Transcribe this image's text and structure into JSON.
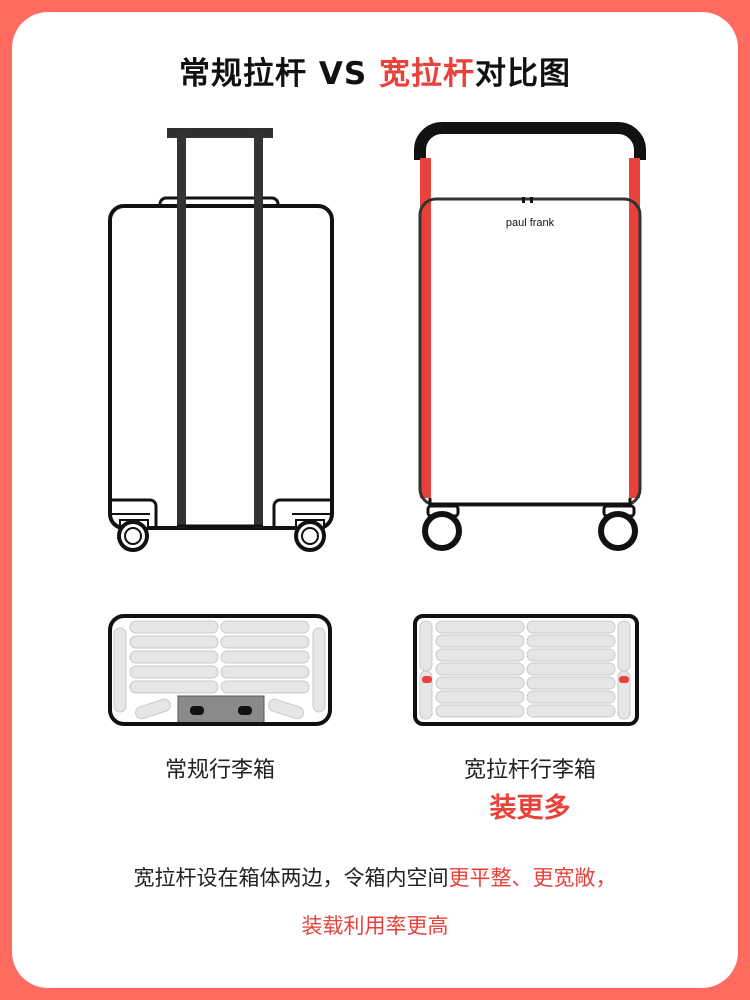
{
  "title": {
    "part1": "常规拉杆 VS ",
    "highlight": "宽拉杆",
    "part2": "对比图"
  },
  "suitcases": {
    "right_brand": "paul frank"
  },
  "labels": {
    "regular": "常规行李箱",
    "wide": "宽拉杆行李箱",
    "more": "装更多"
  },
  "description": {
    "line1_normal": "宽拉杆设在箱体两边，令箱内空间",
    "line1_highlight": "更平整、更宽敞，",
    "line2": "装载利用率更高"
  },
  "colors": {
    "background": "#ff6b5f",
    "accent": "#e8423a",
    "text": "#111111"
  }
}
